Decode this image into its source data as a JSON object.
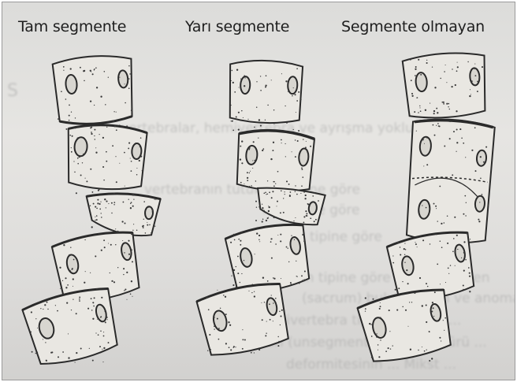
{
  "labels": {
    "complete": "Tam segmente",
    "semi": "Yarı segmente",
    "non": "Segmente olmayan"
  },
  "background_text": {
    "l1": "S",
    "l2": "vertebralar, hemivertebra ve ayrışma yokluğu mev",
    "l3": "vertebranın tutulum yerine göre",
    "l4": "nin tipine göre",
    "l5": "tipine göre",
    "l6": "Anomalinin tipine göre en sık görülen",
    "l7": "(sacrum) bulunmayan ve anomalili",
    "l8": "yon ve hemivertebra tipi segmente ...",
    "l9": "ları (unsegmented) ve her türü ...",
    "l10": "deformitesinin ... Mikst ..."
  },
  "colors": {
    "ink": "#2a2a2a",
    "bone": "#e9e7e2",
    "shade": "#bdbab3"
  }
}
